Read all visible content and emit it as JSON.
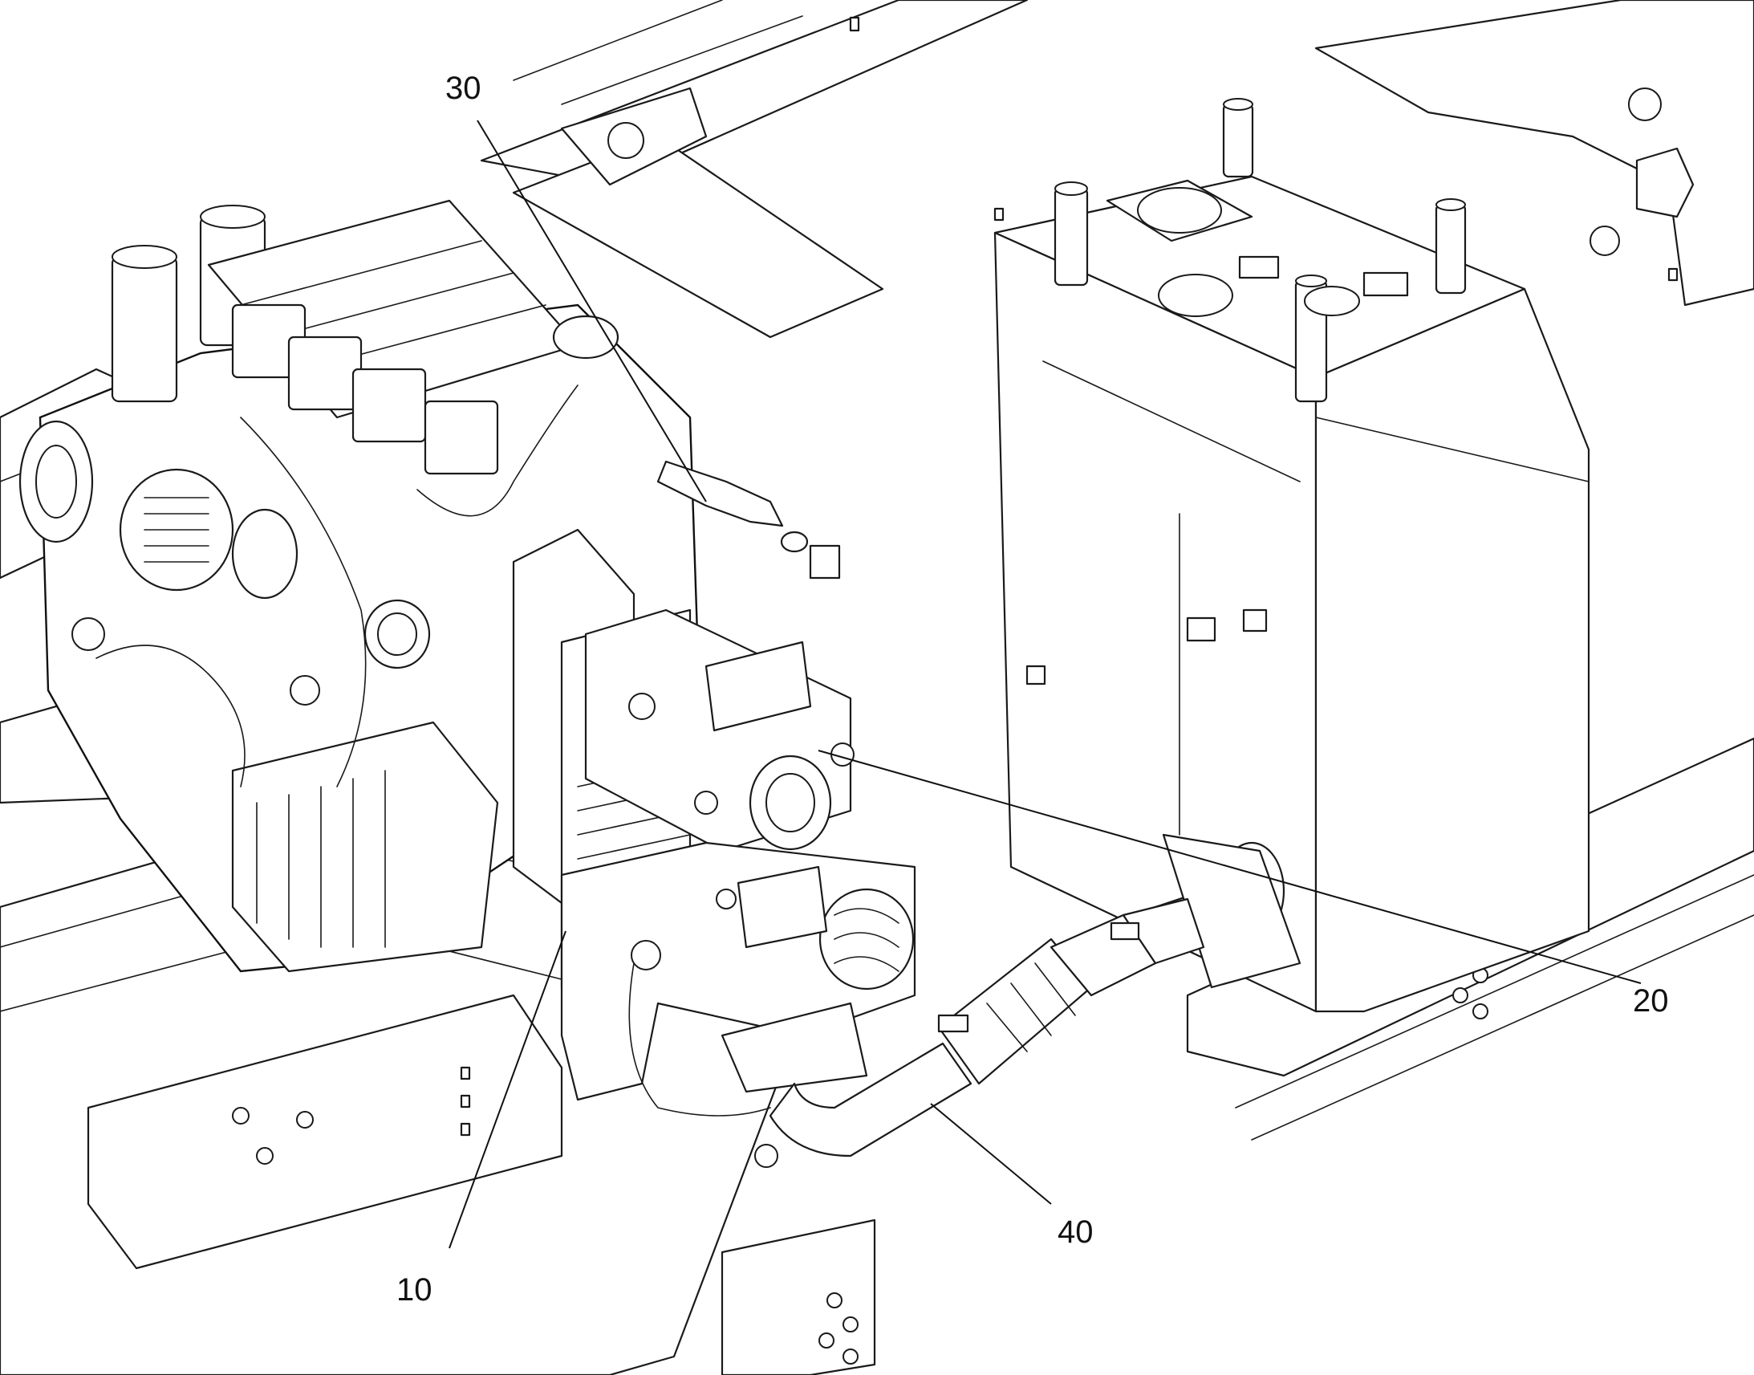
{
  "diagram": {
    "callouts": [
      {
        "id": "c10",
        "label": "10"
      },
      {
        "id": "c20",
        "label": "20"
      },
      {
        "id": "c30",
        "label": "30"
      },
      {
        "id": "c40",
        "label": "40"
      }
    ]
  }
}
